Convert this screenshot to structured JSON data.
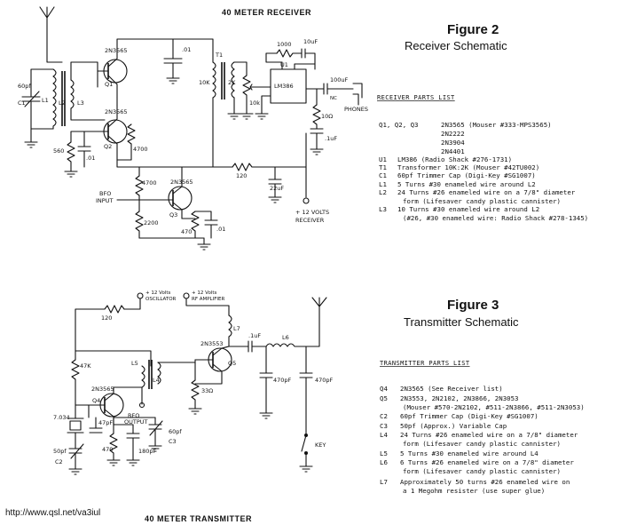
{
  "receiver": {
    "schematic_title": "40 METER RECEIVER",
    "figure_title": "Figure 2",
    "figure_subtitle": "Receiver Schematic",
    "parts_heading": "RECEIVER PARTS LIST",
    "parts": [
      {
        "ref": "Q1, Q2, Q3",
        "desc": "2N3565 (Mouser #333-MPS3565)"
      },
      {
        "ref": "",
        "desc": "2N2222"
      },
      {
        "ref": "",
        "desc": "2N3904"
      },
      {
        "ref": "",
        "desc": "2N4401"
      },
      {
        "ref": "U1",
        "desc": "LM386 (Radio Shack #276-1731)"
      },
      {
        "ref": "T1",
        "desc": "Transformer 10K:2K (Mouser #42TU002)"
      },
      {
        "ref": "C1",
        "desc": "60pf Trimmer Cap (Digi-Key #SG1007)"
      },
      {
        "ref": "L1",
        "desc": "5 Turns #30 enameled wire around L2"
      },
      {
        "ref": "L2",
        "desc": "24 Turns #26 enameled wire on a 7/8\" diameter"
      },
      {
        "ref": "",
        "desc": "form (Lifesaver candy plastic cannister)"
      },
      {
        "ref": "L3",
        "desc": "10 Turns #30 enameled wire around L2"
      },
      {
        "ref": "",
        "desc": "(#26, #30 enameled wire: Radio Shack #278-1345)"
      }
    ],
    "labels": {
      "q1_part": "2N3565",
      "q1": "Q1",
      "q2_part": "2N3565",
      "q2": "Q2",
      "q3_part": "2N3565",
      "q3": "Q3",
      "c_top": ".01",
      "c1_val": "60pf",
      "c1": "C1",
      "l1": "L1",
      "l2": "L2",
      "l3": "L3",
      "r_560": "560",
      "c_01b": ".01",
      "r_4700a": "4700",
      "r_4700b": "4700",
      "r_2200": "2200",
      "r_470": "470",
      "c_01c": ".01",
      "bfo": "BFO",
      "input": "INPUT",
      "t1": "T1",
      "r_10k": "10K",
      "r_2k": "2K",
      "r_10k_b": "10k",
      "r_1000": "1000",
      "c_10uf": "10uF",
      "u1": "U1",
      "u1_part": "LM386",
      "c_100uf": "100uF",
      "nc": "NC",
      "phones": "PHONES",
      "r_10": "10Ω",
      "c_1uf": ".1uF",
      "r_120": "120",
      "c_22uf": "22uF",
      "plus12": "+ 12 VOLTS",
      "receiver": "RECEIVER"
    }
  },
  "transmitter": {
    "schematic_title": "40 METER TRANSMITTER",
    "figure_title": "Figure 3",
    "figure_subtitle": "Transmitter Schematic",
    "parts_heading": "TRANSMITTER PARTS LIST",
    "parts": [
      {
        "ref": "Q4",
        "desc": "2N3565 (See Receiver list)"
      },
      {
        "ref": "Q5",
        "desc": "2N3553, 2N2102, 2N3866, 2N3053"
      },
      {
        "ref": "",
        "desc": "(Mouser #570-2N2102, #511-2N3866, #511-2N3053)"
      },
      {
        "ref": "C2",
        "desc": "60pf Trimmer Cap (Digi-Key #SG1007)"
      },
      {
        "ref": "C3",
        "desc": "50pf (Approx.) Variable Cap"
      },
      {
        "ref": "L4",
        "desc": "24 Turns #26 enameled wire on a 7/8\" diameter"
      },
      {
        "ref": "",
        "desc": "form (Lifesaver candy plastic cannister)"
      },
      {
        "ref": "L5",
        "desc": "5 Turns #30 enameled wire around L4"
      },
      {
        "ref": "L6",
        "desc": "6 Turns #26 enameled wire on a 7/8\" diameter"
      },
      {
        "ref": "",
        "desc": "form (Lifesaver candy plastic cannister)"
      },
      {
        "ref": "L7",
        "desc": "Approximately 50 turns #26 enameled wire on"
      },
      {
        "ref": "",
        "desc": "a 1 Megohm resister (use super glue)"
      }
    ],
    "labels": {
      "plus12_osc_a": "+ 12 Volts",
      "plus12_osc_b": "OSCILLATOR",
      "plus12_rf_a": "+ 12 Volts",
      "plus12_rf_b": "RF AMPLIFIER",
      "r_120": "120",
      "r_47k": "47K",
      "l4": "L4",
      "l5": "L5",
      "l6": "L6",
      "l7": "L7",
      "q4_part": "2N3565",
      "q4": "Q4",
      "q5_part": "2N3553",
      "q5": "Q5",
      "c_1uf": ".1uF",
      "r_33": "33Ω",
      "c_470a": "470pF",
      "c_470b": "470pF",
      "xtal": "7.034",
      "c_47pf": "47pF",
      "c_50pf": "50pf",
      "c2": "C2",
      "r_470": "470",
      "c_180pf": "180pF",
      "c3_val": "60pf",
      "c3": "C3",
      "bfo": "BFO",
      "output": "OUTPUT",
      "key": "KEY"
    }
  },
  "footer": {
    "url": "http://www.qsl.net/va3iul"
  }
}
